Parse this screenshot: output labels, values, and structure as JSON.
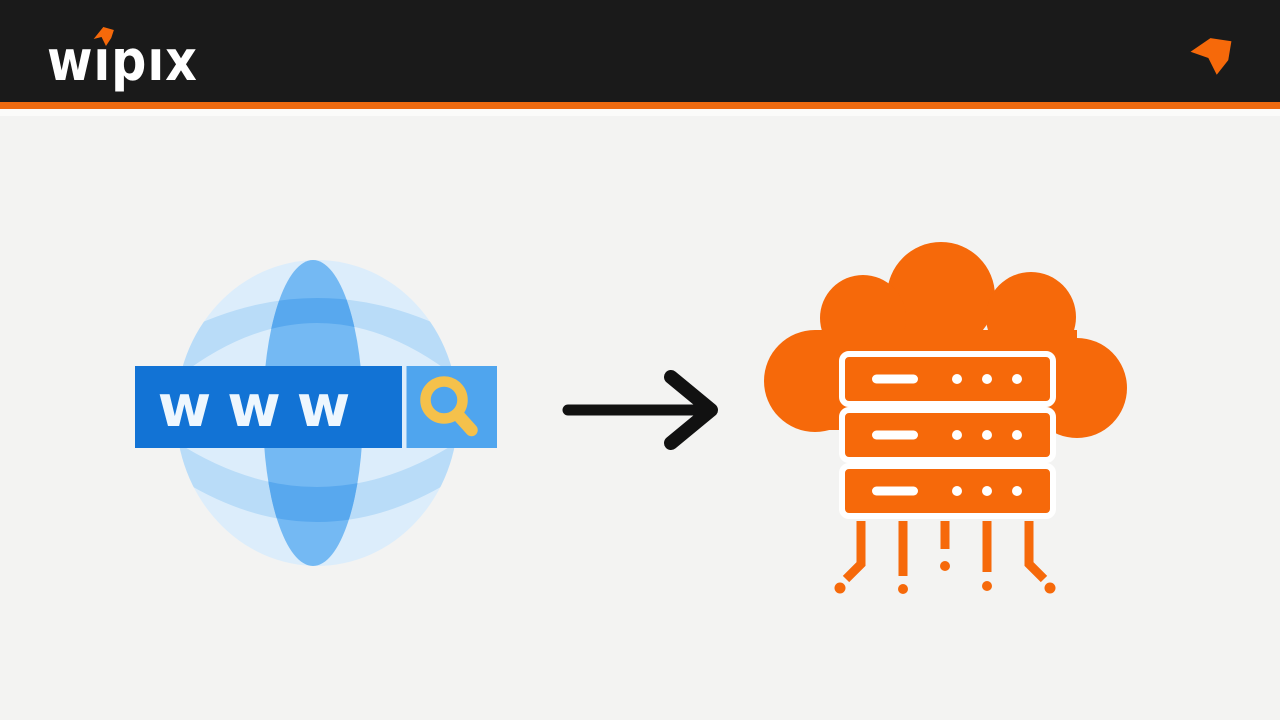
{
  "page": {
    "kind": "brand-banner",
    "bg_color": "#f3f3f2"
  },
  "header": {
    "bg_color": "#1a1a1a",
    "accent_stripe_color": "#ed6a10",
    "logo": {
      "text": "wipix",
      "part_w": "w",
      "part_i": "ı",
      "part_rest": "pıx",
      "color": "#ffffff",
      "flag_mark_color": "#f6690a"
    },
    "brand_mark": {
      "icon": "flag-arrow-icon",
      "color": "#f6690a"
    }
  },
  "illustration": {
    "globe_browser": {
      "www_label": "www",
      "base_color": "#dcedfb",
      "band_color": "#b9dcf8",
      "lens_color": "#74b9f3",
      "lens_band_overlap_color": "#58a8ee",
      "address_bar_color": "#1273d5",
      "search_box_color": "#4fa5ee",
      "label_color": "#eef7fe",
      "magnifier_color": "#f5c14b"
    },
    "arrow": {
      "direction": "right",
      "color": "#111111"
    },
    "cloud_server": {
      "color": "#f6690a",
      "rack_count": 3,
      "dots_per_rack": 3,
      "outline_color": "#ffffff"
    }
  }
}
